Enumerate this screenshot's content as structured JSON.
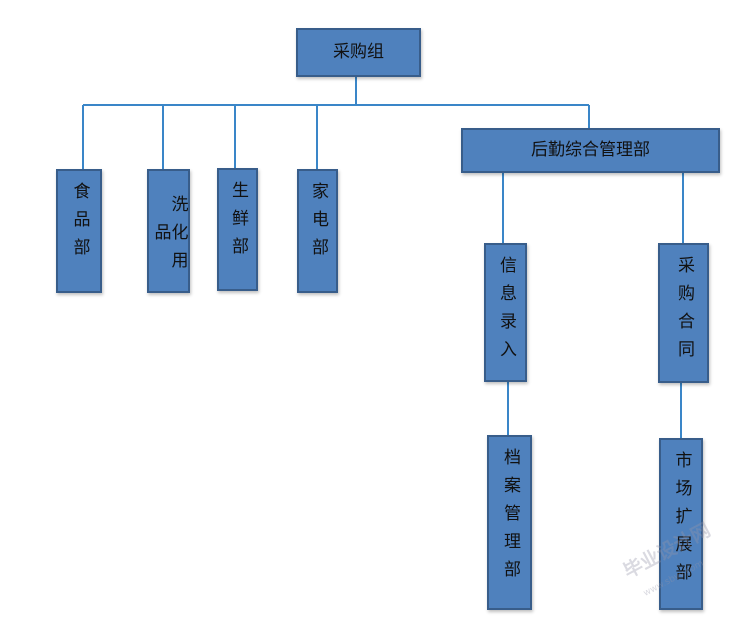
{
  "colors": {
    "node_fill": "#4f81bd",
    "node_border": "#385d8a",
    "connector": "#3a86c8"
  },
  "nodes": {
    "root": "采购组",
    "logistics": "后勤综合管理部",
    "food": "食品部",
    "washing": "洗化用品",
    "fresh": "生鲜部",
    "appliances": "家电部",
    "info_entry": "信息录入",
    "purchase_contract": "采购合同",
    "archives": "档案管理部",
    "market_expansion": "市场扩展部"
  },
  "watermark": {
    "text": "毕业设计网",
    "url": "www.sbvv.com"
  }
}
